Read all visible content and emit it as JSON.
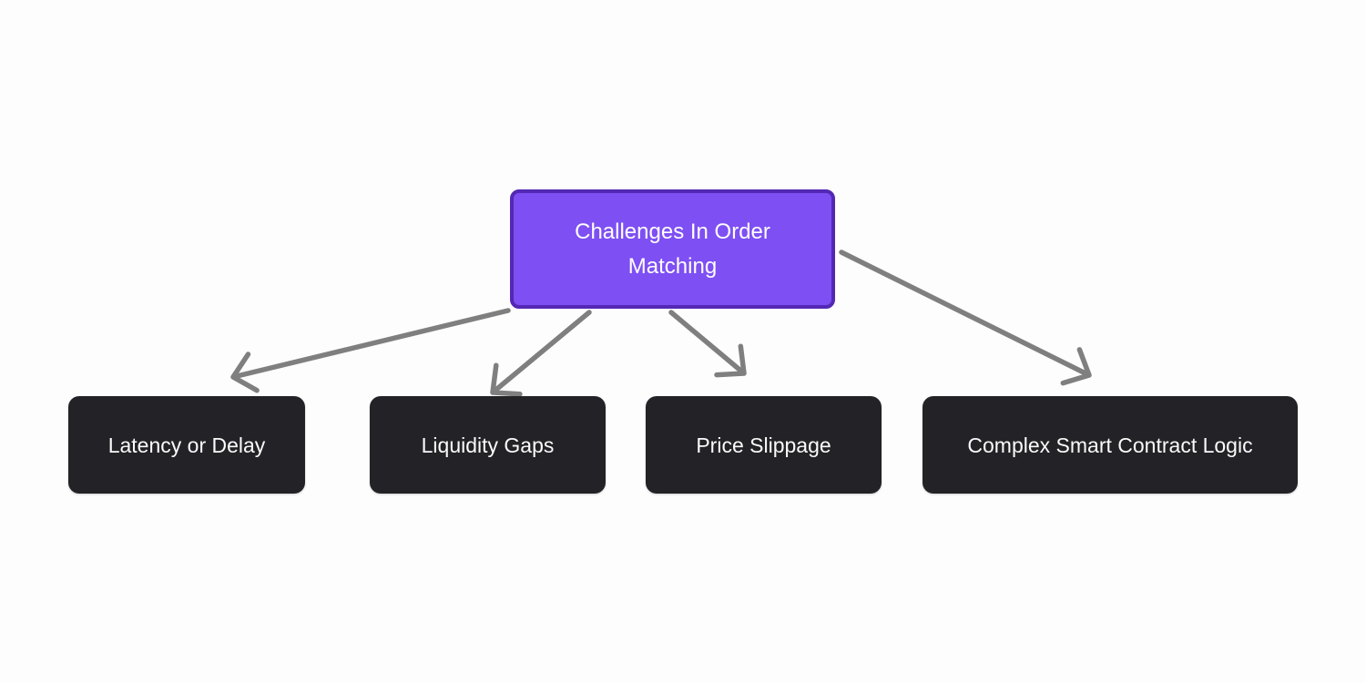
{
  "diagram": {
    "title": "Challenges In Order Matching",
    "root": {
      "id": "root",
      "label": "Challenges In Order Matching"
    },
    "children": [
      {
        "id": "latency",
        "label": "Latency or Delay"
      },
      {
        "id": "liquidity",
        "label": "Liquidity Gaps"
      },
      {
        "id": "slippage",
        "label": "Price Slippage"
      },
      {
        "id": "contract",
        "label": "Complex Smart Contract Logic"
      }
    ],
    "edges": [
      {
        "from": "root",
        "to": "latency"
      },
      {
        "from": "root",
        "to": "liquidity"
      },
      {
        "from": "root",
        "to": "slippage"
      },
      {
        "from": "root",
        "to": "contract"
      }
    ],
    "colors": {
      "background": "#fdfdfd",
      "root_fill": "#7E4FF3",
      "root_border": "#5328B4",
      "root_text": "#ffffff",
      "child_fill": "#232327",
      "child_text": "#fafafa",
      "arrow": "#7f7f7f"
    }
  }
}
